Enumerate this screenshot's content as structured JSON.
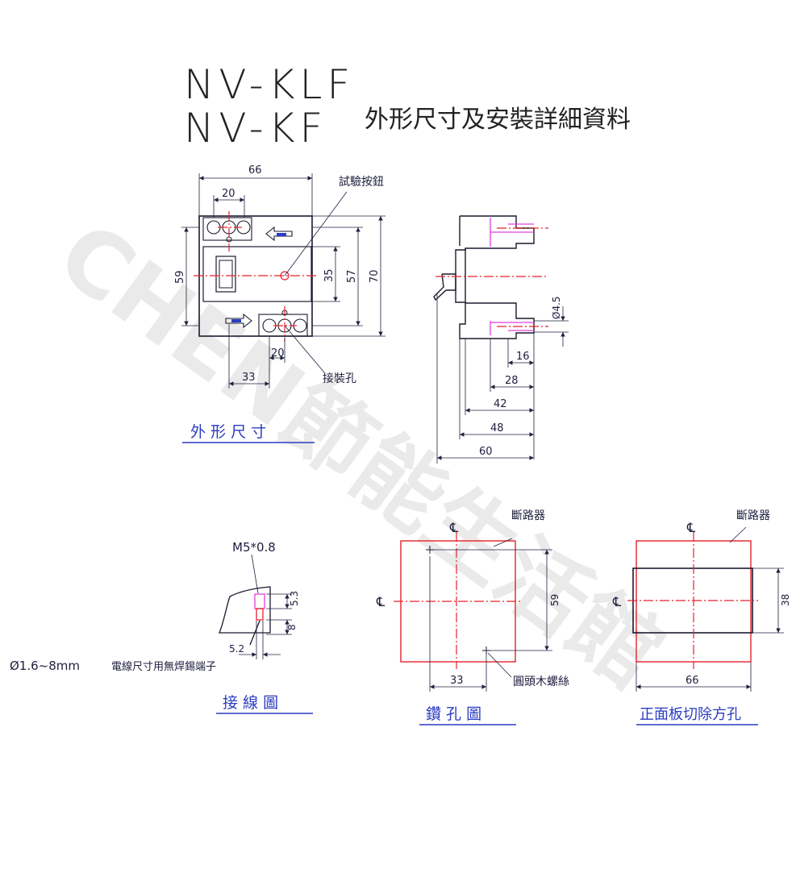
{
  "title": {
    "line1": "NV-KLF",
    "line2": "NV-KF",
    "subtitle": "外形尺寸及安裝詳細資料"
  },
  "watermark": "CHEN節能生活館",
  "front_view": {
    "caption": "外 形 尺 寸",
    "dims": {
      "width": "66",
      "top_pitch": "20",
      "height_59": "59",
      "dim_35": "35",
      "dim_57": "57",
      "dim_70": "70",
      "bottom_pitch": "20",
      "offset_33": "33"
    },
    "labels": {
      "test_button": "試驗按鈕",
      "mount_hole": "接裝孔"
    }
  },
  "side_view": {
    "dims": {
      "hole": "Ø4.5",
      "d16": "16",
      "d28": "28",
      "d42": "42",
      "d48": "48",
      "d60": "60"
    }
  },
  "wiring": {
    "caption": "接 線 圖",
    "screw": "M5*0.8",
    "dims": {
      "d5_3": "5.3",
      "d8": "8",
      "d5_2": "5.2"
    },
    "wire_note_prefix": "Ø1.6~8mm",
    "wire_note": "電線尺寸用無焊錫端子"
  },
  "drill": {
    "caption": "鑽 孔 圖",
    "breaker": "斷路器",
    "screw": "圓頭木螺絲",
    "dims": {
      "d59": "59",
      "d33": "33"
    },
    "cl": "℄"
  },
  "cutout": {
    "caption": "正面板切除方孔",
    "breaker": "斷路器",
    "dims": {
      "d38": "38",
      "d66": "66"
    },
    "cl": "℄"
  },
  "colors": {
    "line": "#1a1a2e",
    "red": "#e8202a",
    "magenta": "#e040e0",
    "dim": "#202040"
  }
}
